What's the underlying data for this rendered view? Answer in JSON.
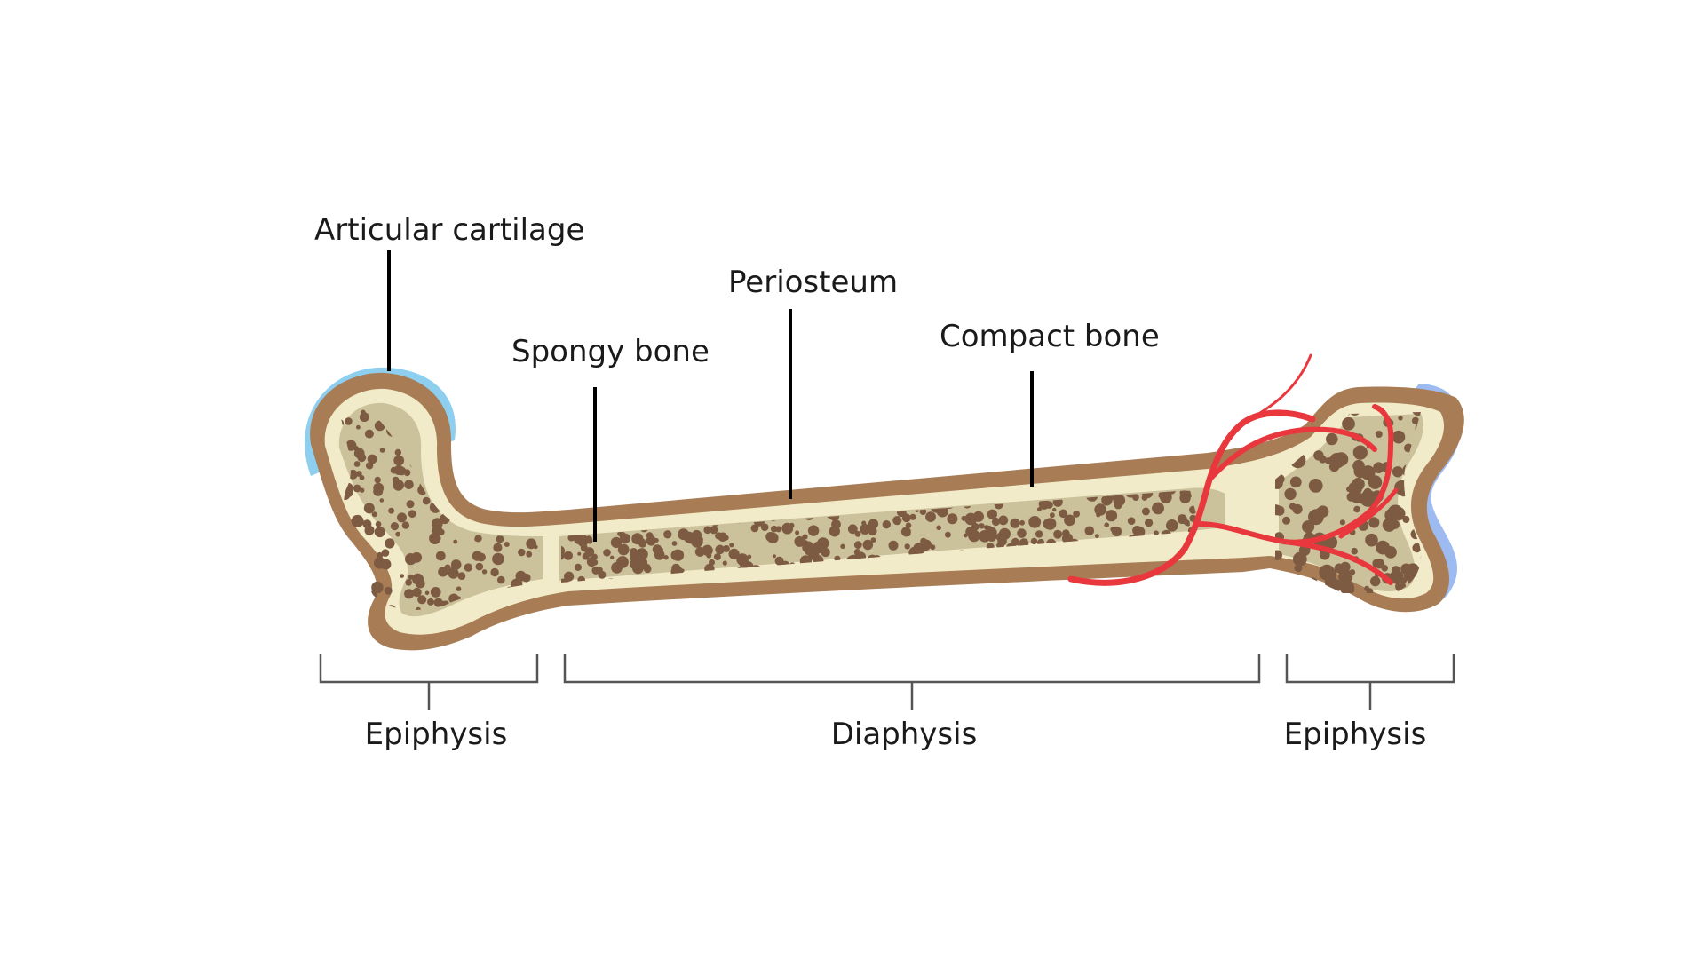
{
  "labels": {
    "articular_cartilage": "Articular cartilage",
    "periosteum": "Periosteum",
    "spongy_bone": "Spongy bone",
    "compact_bone": "Compact bone",
    "epiphysis_left": "Epiphysis",
    "diaphysis": "Diaphysis",
    "epiphysis_right": "Epiphysis"
  },
  "colors": {
    "periosteum": "#a87d56",
    "compact_bone": "#f1ebc9",
    "spongy_fill": "#cbc19b",
    "trabecula_dot": "#7d5b43",
    "cartilage": "#8ecff0",
    "blood_vessel": "#e8383e",
    "leader_line": "#000000",
    "bracket": "#555555"
  }
}
